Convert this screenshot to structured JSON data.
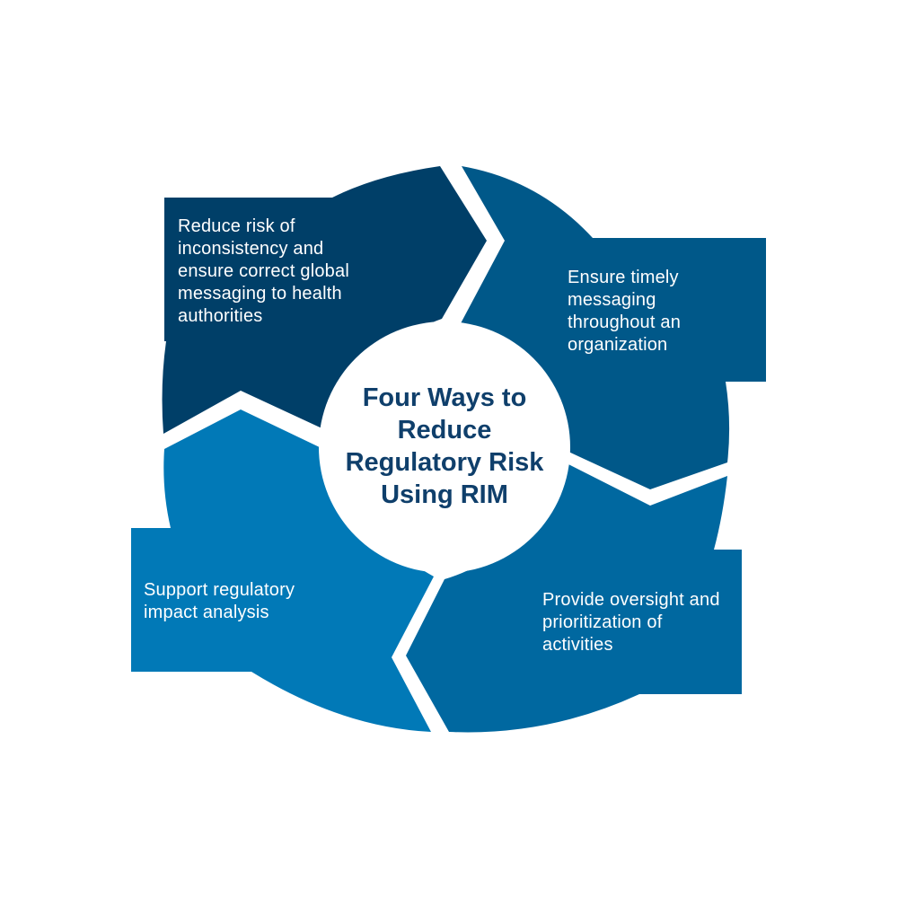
{
  "center_title": "Four Ways to Reduce Regulatory Risk Using RIM",
  "segments": {
    "top_left": "Reduce risk of inconsistency and ensure correct global messaging to health authorities",
    "top_right": "Ensure timely messaging throughout an organization",
    "bottom_right": "Provide oversight and prioritization of activities",
    "bottom_left": "Support regulatory impact analysis"
  },
  "colors": {
    "top_left": "#003f68",
    "top_right": "#005889",
    "bottom_right": "#0068a0",
    "bottom_left": "#0179b7",
    "center_text": "#0f3f6b",
    "background": "#ffffff"
  }
}
